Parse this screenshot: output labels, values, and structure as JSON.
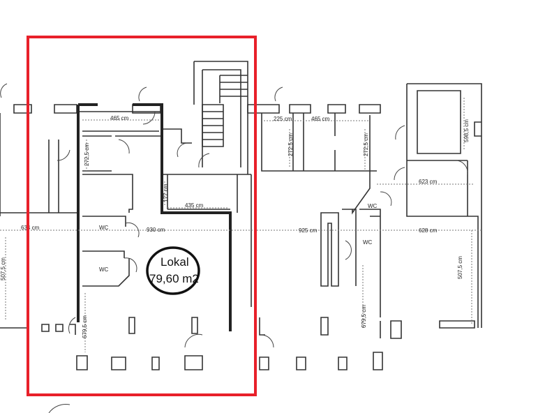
{
  "plan": {
    "unit_label": {
      "name": "Lokal",
      "area": "79,60 m2"
    },
    "dimensions": {
      "d465_left": "465 cm",
      "d272_left": "272,5 cm",
      "d177": "177 cm",
      "d435": "435 cm",
      "d634": "634 cm",
      "d930": "930 cm",
      "d507_left": "507,5 cm",
      "d679_left": "679,5 cm",
      "d225": "225 cm",
      "d465_right": "465 cm",
      "d272_mid": "272,5 cm",
      "d272_right": "272,5 cm",
      "d598": "598,5 cm",
      "d623": "623 cm",
      "d925": "925 cm",
      "d628": "628 cm",
      "d679_right": "679,5 cm",
      "d507_right": "507,5 cm"
    },
    "rooms": {
      "wc1": "WC",
      "wc2": "WC",
      "wc3": "WC",
      "wc4": "WC"
    },
    "highlight_color": "#e8202a"
  }
}
